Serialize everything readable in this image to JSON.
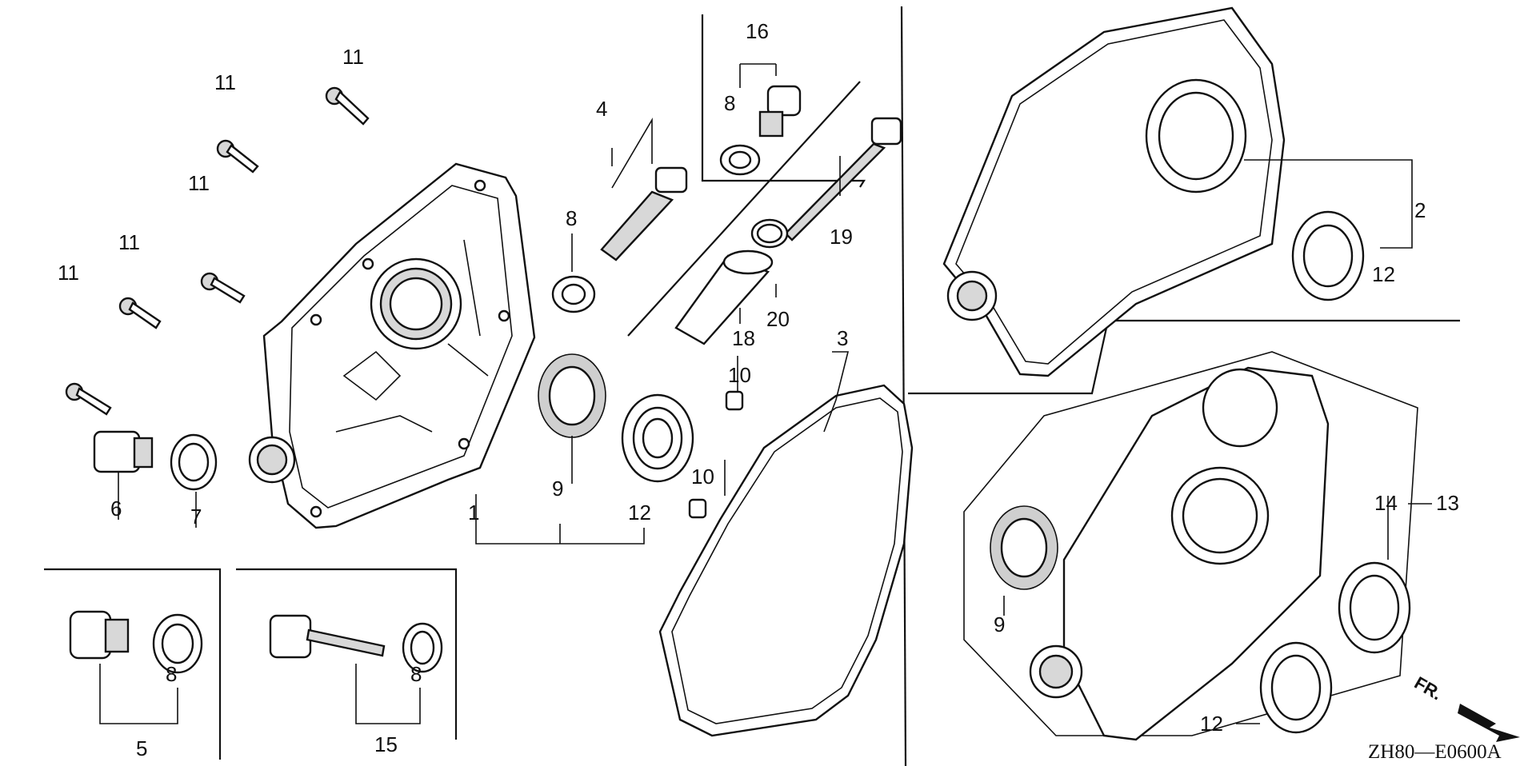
{
  "diagram_code": "ZH80—E0600A",
  "direction_label": "FR.",
  "callouts": {
    "c1": "1",
    "c2": "2",
    "c3": "3",
    "c4": "4",
    "c5": "5",
    "c6": "6",
    "c7": "7",
    "c8a": "8",
    "c8b": "8",
    "c8c": "8",
    "c8d": "8",
    "c9a": "9",
    "c9b": "9",
    "c10a": "10",
    "c10b": "10",
    "c11a": "11",
    "c11b": "11",
    "c11c": "11",
    "c11d": "11",
    "c11e": "11",
    "c12a": "12",
    "c12b": "12",
    "c12c": "12",
    "c13": "13",
    "c14": "14",
    "c15": "15",
    "c16": "16",
    "c18": "18",
    "c19": "19",
    "c20": "20"
  }
}
